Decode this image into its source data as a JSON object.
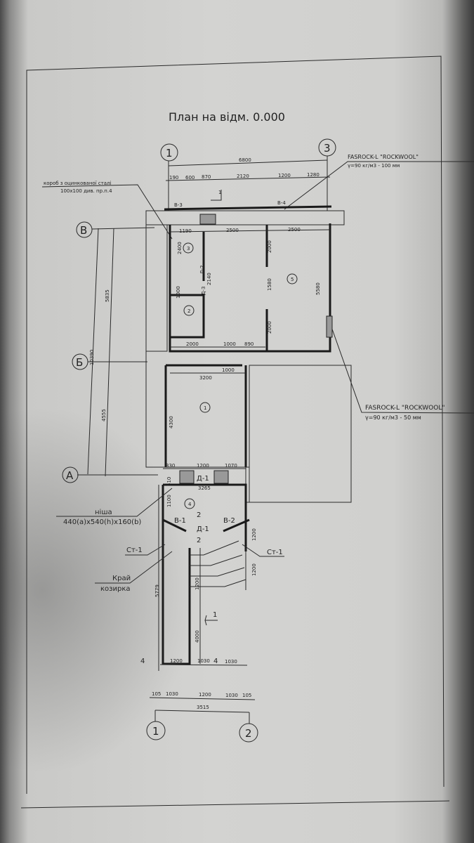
{
  "title": "План на відм. 0.000",
  "axes": {
    "top_left": "1",
    "top_right": "3",
    "row_v": "В",
    "row_b": "Б",
    "row_a": "А",
    "bottom_left": "1",
    "bottom_right": "2"
  },
  "callouts": {
    "duct_line1": "короб з оцинкованої сталі",
    "duct_line2": "100x100 див. пр.п.4",
    "insulation_top_line1": "FASROCK-L \"ROCKWOOL\"",
    "insulation_top_line2": "γ=90 кг/м3 - 100 мм",
    "insulation_side_line1": "FASROCK-L \"ROCKWOOL\"",
    "insulation_side_line2": "γ=90 кг/м3 - 50 мм",
    "niche_line1": "ніша",
    "niche_line2": "440(a)x540(h)x160(b)",
    "column_left": "Ст-1",
    "column_right": "Ст-1",
    "canopy_line1": "Край",
    "canopy_line2": "козирка"
  },
  "labels": {
    "window_b3": "В-3",
    "window_b4": "В-4",
    "window_b1": "В-1",
    "window_b2": "В-2",
    "door_d1": "Д-1",
    "door_d2": "Д-2",
    "door_d3": "Д-3",
    "door_d1b": "Д-1",
    "section_top": "1",
    "section_bottom": "1",
    "section_mid": "2",
    "section_mid2": "2",
    "level_left": "4",
    "level_right": "4"
  },
  "rooms": [
    "1",
    "2",
    "3",
    "4",
    "5"
  ],
  "dimensions": {
    "top_total": "6800",
    "top_chain": [
      "190",
      "600",
      "870",
      "2120",
      "1200",
      "1280"
    ],
    "inner_top": [
      "1190",
      "2500",
      "2500"
    ],
    "left_total": "10390",
    "left_upper": "5835",
    "left_lower": "4555",
    "room3_h": "2400",
    "door_h": "2140",
    "wc_h": "1000",
    "room5_h1": "2000",
    "room5_h2": "1580",
    "room5_h3": "2000",
    "room5_full": "5580",
    "mid_chain": [
      "2000",
      "1000",
      "890"
    ],
    "mid_chain2": [
      "3200",
      "1000"
    ],
    "room1_h": "4300",
    "entry_chain": [
      "1200",
      "1070"
    ],
    "entry_small": "330",
    "entry_510": "510",
    "entry_1100": "1100",
    "entry_3265": "3265",
    "stair_left": "1200",
    "stair_right1": "1200",
    "stair_right2": "1200",
    "corridor_len": "5779",
    "ramp_len": "4000",
    "bottom_upper": [
      "1200",
      "1030",
      "1030"
    ],
    "bottom_chain": [
      "105",
      "1030",
      "1200",
      "1030",
      "105"
    ],
    "bottom_total": "3515"
  }
}
